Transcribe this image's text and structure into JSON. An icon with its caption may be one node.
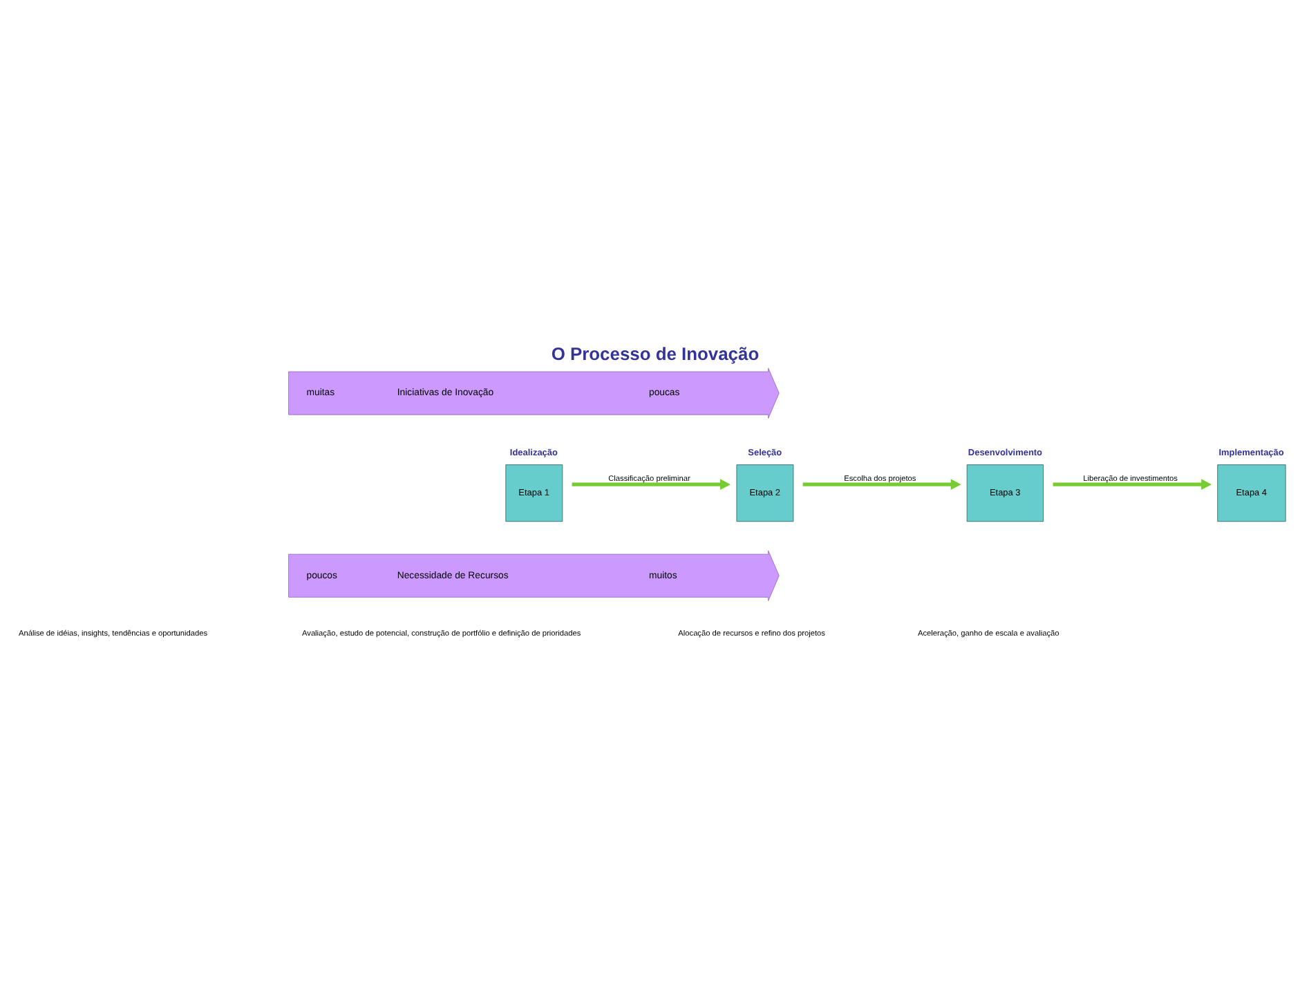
{
  "diagram": {
    "title": "O Processo de Inovação",
    "nodes": [
      {
        "text": [
          "muitas",
          "Iniciativas de Inovação",
          "poucas"
        ]
      },
      {
        "text": [
          "Idealização",
          "Etapa 1"
        ]
      },
      {
        "text": [
          "Seleção",
          "Etapa 2"
        ]
      },
      {
        "text": [
          "Desenvolvimento",
          "Etapa 3"
        ]
      },
      {
        "text": [
          "Implementação",
          "Etapa 4"
        ]
      },
      {
        "text": [
          "poucos",
          "Necessidade de Recursos",
          "muitos"
        ]
      }
    ],
    "edges": [
      {
        "from": 1,
        "to": 2,
        "arrow": "to",
        "label": "Classificação preliminar"
      },
      {
        "from": 2,
        "to": 3,
        "arrow": "to",
        "label": "Escolha dos projetos"
      },
      {
        "from": 3,
        "to": 4,
        "arrow": "to",
        "label": "Liberação de investimentos"
      }
    ],
    "labels": [
      "Análise de idéias, insights, tendências e oportunidades",
      "Avaliação, estudo de potencial, construção de portfólio e definição de prioridades",
      "Alocação de recursos e refino dos projetos",
      "Aceleração, ganho de escala e avaliação"
    ]
  }
}
